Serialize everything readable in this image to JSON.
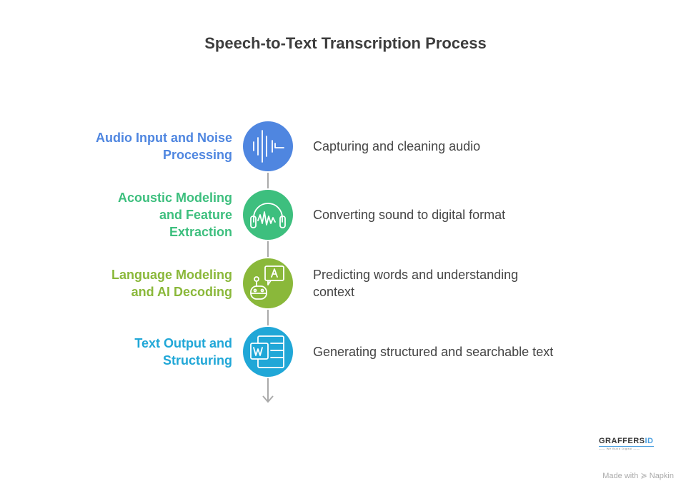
{
  "title": "Speech-to-Text Transcription Process",
  "steps": [
    {
      "label": "Audio Input and Noise Processing",
      "label_lines": [
        "Audio Input and Noise",
        "Processing"
      ],
      "description": "Capturing and cleaning audio",
      "desc_lines": [
        "Capturing and cleaning audio"
      ],
      "color": "#4f86e0",
      "icon": "sound-wave-icon"
    },
    {
      "label": "Acoustic Modeling and Feature Extraction",
      "label_lines": [
        "Acoustic Modeling",
        "and Feature",
        "Extraction"
      ],
      "description": "Converting sound to digital format",
      "desc_lines": [
        "Converting sound to digital format"
      ],
      "color": "#3dbf7e",
      "icon": "headphones-icon"
    },
    {
      "label": "Language Modeling and AI Decoding",
      "label_lines": [
        "Language Modeling",
        "and AI Decoding"
      ],
      "description": "Predicting words and understanding context",
      "desc_lines": [
        "Predicting words and understanding",
        "context"
      ],
      "color": "#8ab83a",
      "icon": "robot-chat-icon"
    },
    {
      "label": "Text Output and Structuring",
      "label_lines": [
        "Text Output and",
        "Structuring"
      ],
      "description": "Generating structured and searchable text",
      "desc_lines": [
        "Generating structured and searchable text"
      ],
      "color": "#20a7d7",
      "icon": "word-document-icon"
    }
  ],
  "logo": {
    "name_main": "GRAFFERS",
    "name_accent": "ID",
    "tagline": "—— We Build Digital ——"
  },
  "footer": {
    "made_with": "Made with",
    "brand": "Napkin"
  }
}
